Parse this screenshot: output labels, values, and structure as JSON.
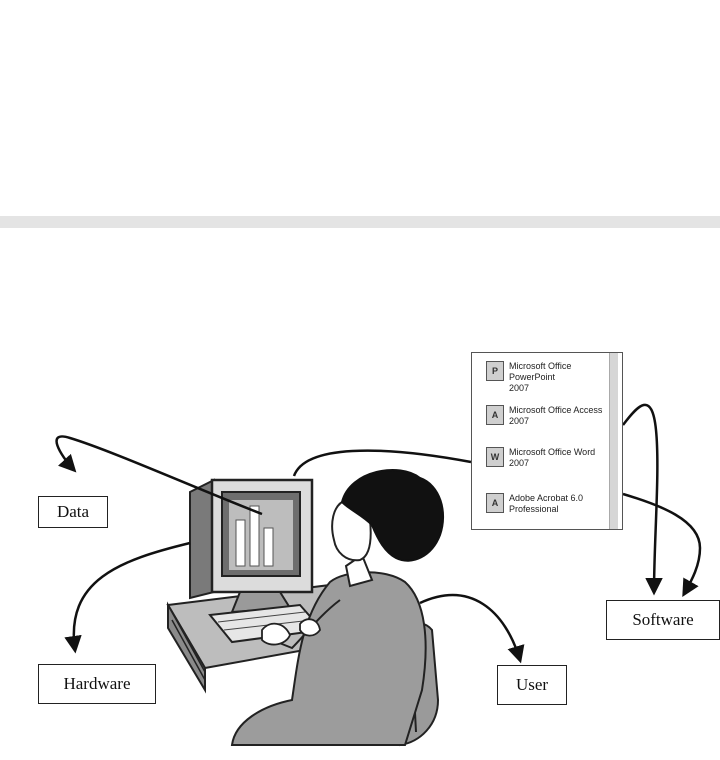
{
  "labels": {
    "data": "Data",
    "hardware": "Hardware",
    "software": "Software",
    "user": "User"
  },
  "software_menu": [
    {
      "name": "Microsoft Office PowerPoint\n2007",
      "icon": "powerpoint-icon",
      "glyph": "P"
    },
    {
      "name": "Microsoft Office Access\n2007",
      "icon": "access-icon",
      "glyph": "A"
    },
    {
      "name": "Microsoft Office Word 2007",
      "icon": "word-icon",
      "glyph": "W"
    },
    {
      "name": "Adobe Acrobat 6.0\nProfessional",
      "icon": "acrobat-icon",
      "glyph": "A"
    }
  ]
}
